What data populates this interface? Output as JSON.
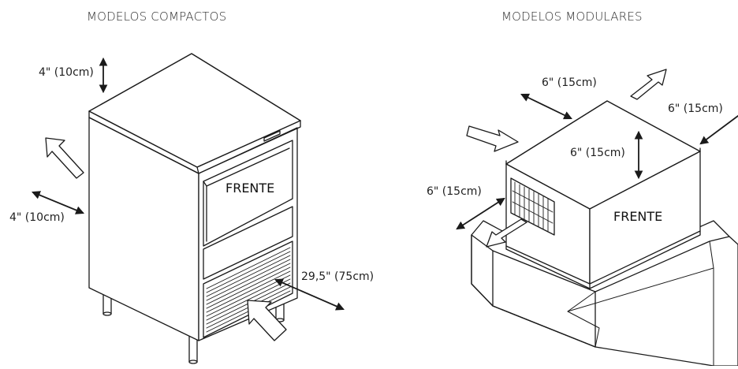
{
  "titles": {
    "compact": "MODELOS COMPACTOS",
    "modular": "MODELOS MODULARES"
  },
  "compact": {
    "front_label": "FRENTE",
    "top_clearance": "4\" (10cm)",
    "side_clearance": "4\" (10cm)",
    "rear_clearance": "29,5\" (75cm)"
  },
  "modular": {
    "front_label": "FRENTE",
    "back_clearance": "6\" (15cm)",
    "right_clearance": "6\" (15cm)",
    "top_clearance": "6\" (15cm)",
    "left_clearance": "6\" (15cm)"
  },
  "colors": {
    "stroke": "#1a1a1a",
    "fill": "#ffffff"
  }
}
